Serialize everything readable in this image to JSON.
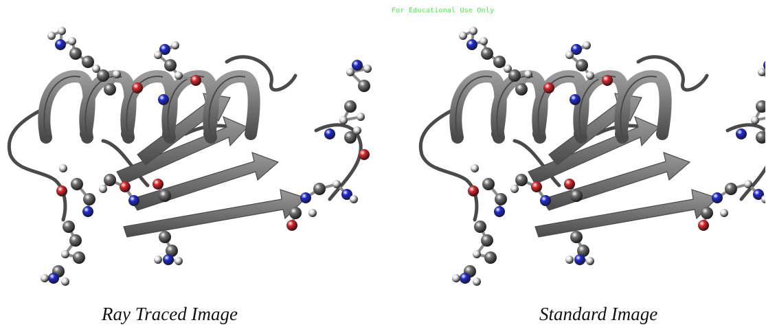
{
  "watermark": "For Educational Use Only",
  "panels": [
    {
      "caption": "Ray Traced Image",
      "render": "ray-traced"
    },
    {
      "caption": "Standard Image",
      "render": "standard"
    }
  ],
  "colors": {
    "ribbon": "#6e6e6e",
    "ribbon_dark": "#4a4a4a",
    "ribbon_light": "#9a9a9a",
    "carbon": "#6f6f6f",
    "hydrogen": "#e6e6e6",
    "nitrogen": "#1f2ad8",
    "oxygen": "#e0262a",
    "watermark": "#3df53d"
  }
}
